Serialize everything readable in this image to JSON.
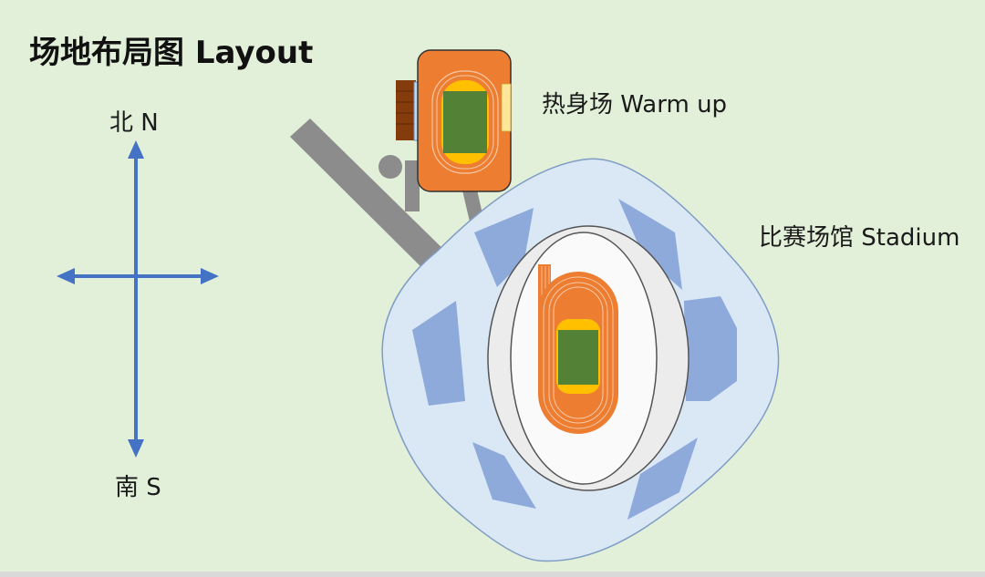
{
  "title": "场地布局图 Layout",
  "compass": {
    "north_label": "北 N",
    "south_label": "南 S"
  },
  "warmup": {
    "label": "热身场 Warm up"
  },
  "stadium": {
    "label": "比赛场馆 Stadium"
  },
  "colors": {
    "background": "#e2efd9",
    "arrow": "#4472c4",
    "road": "#8c8c8c",
    "stadium_outer": "#dae8f5",
    "stand_blocks": "#8eaadb",
    "track": "#ed7d31",
    "field": "#538135",
    "end_zone": "#ffc000"
  }
}
